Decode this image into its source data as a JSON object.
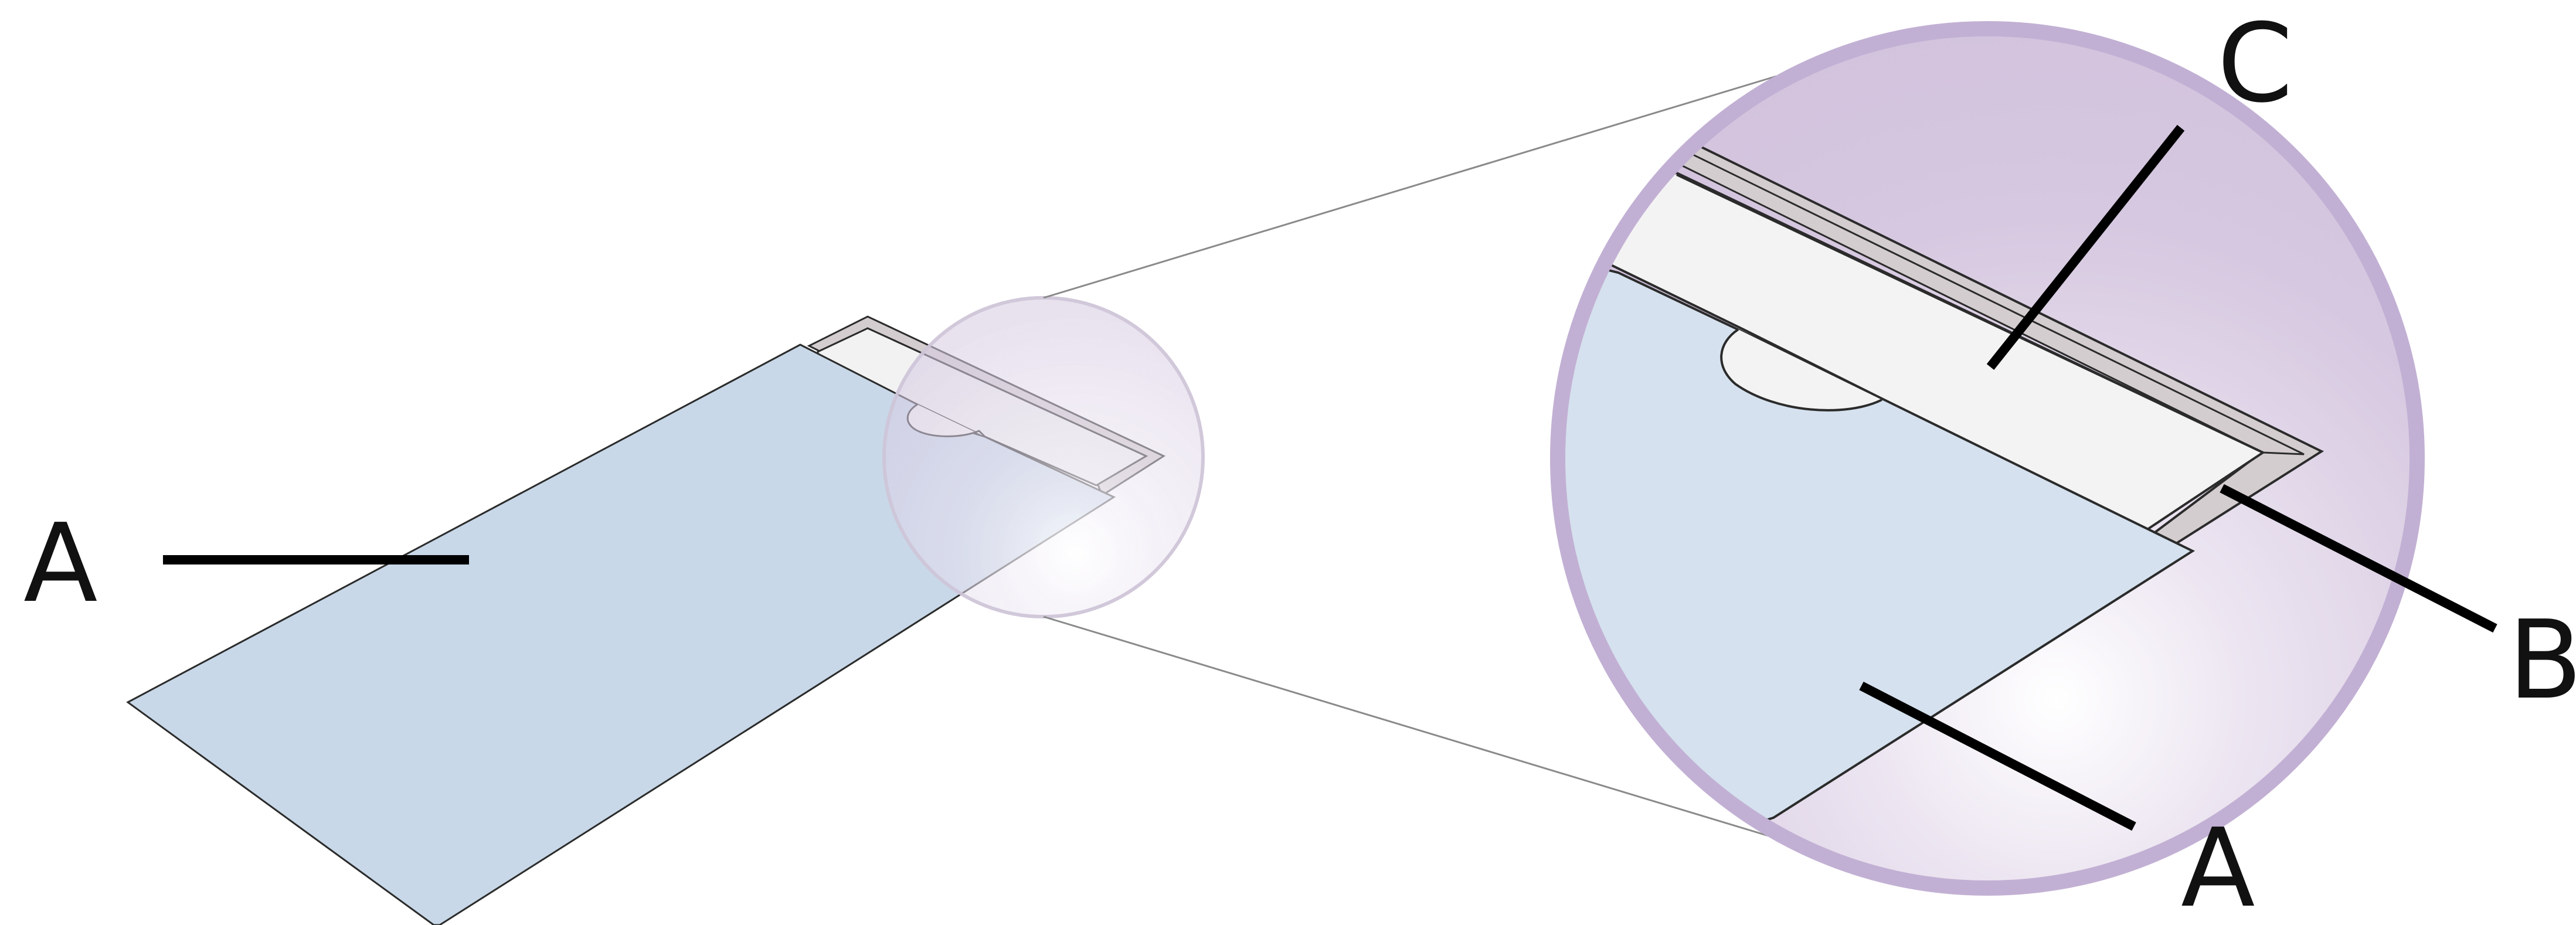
{
  "labels": {
    "a_left": "A",
    "a_magnified": "A",
    "b": "B",
    "c": "C"
  },
  "colors": {
    "slide": "#c8d8e8",
    "slide_magnified": "#d5e1ee",
    "cover_sheet": "#f2f2f2",
    "frame": "#d4cdcf",
    "lens_ring": "#c2b0d4",
    "lens_fill": "#d6c8e0",
    "connector_line": "#8a8a8a",
    "leader_line": "#000000"
  }
}
